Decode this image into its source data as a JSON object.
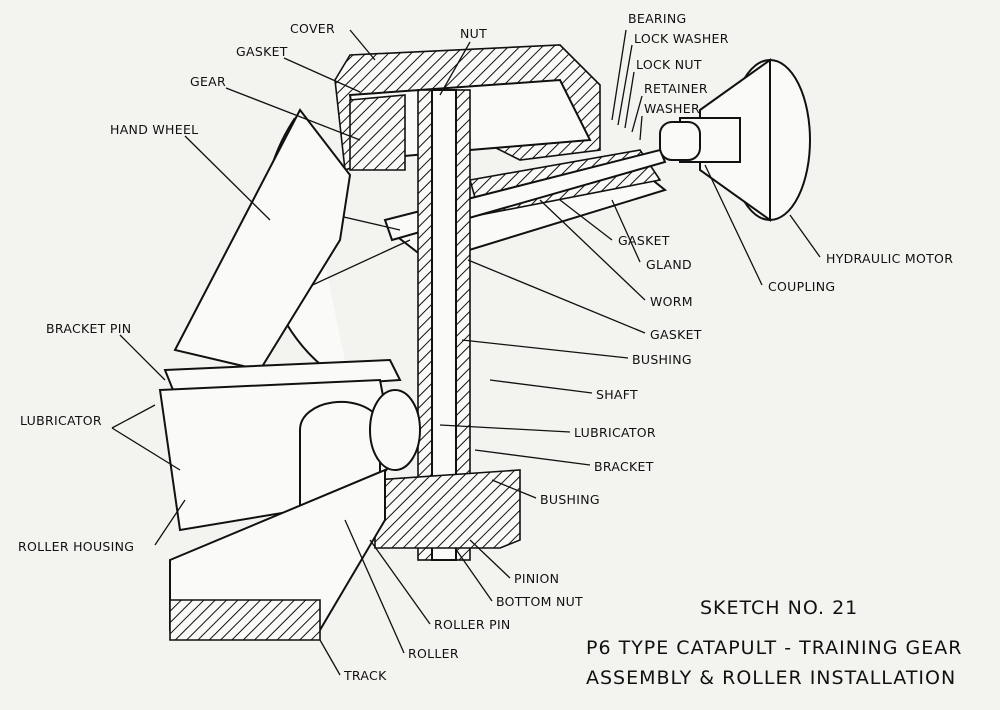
{
  "sketch": {
    "number": "SKETCH NO. 21",
    "title_line1": "P6 TYPE CATAPULT - TRAINING GEAR",
    "title_line2": "ASSEMBLY & ROLLER INSTALLATION"
  },
  "labels": {
    "cover": "COVER",
    "nut": "NUT",
    "bearing": "BEARING",
    "lock_washer": "LOCK WASHER",
    "lock_nut": "LOCK NUT",
    "retainer": "RETAINER",
    "washer": "WASHER",
    "gasket_top": "GASKET",
    "gear": "GEAR",
    "hand_wheel": "HAND WHEEL",
    "hydraulic_motor": "HYDRAULIC MOTOR",
    "gasket_worm": "GASKET",
    "gland": "GLAND",
    "coupling": "COUPLING",
    "worm": "WORM",
    "gasket_mid": "GASKET",
    "bushing_upper": "BUSHING",
    "bracket_pin": "BRACKET PIN",
    "shaft": "SHAFT",
    "lubricator_left": "LUBRICATOR",
    "lubricator_right": "LUBRICATOR",
    "bracket": "BRACKET",
    "bushing_lower": "BUSHING",
    "roller_housing": "ROLLER HOUSING",
    "pinion": "PINION",
    "bottom_nut": "BOTTOM NUT",
    "roller_pin": "ROLLER PIN",
    "roller": "ROLLER",
    "track": "TRACK"
  }
}
